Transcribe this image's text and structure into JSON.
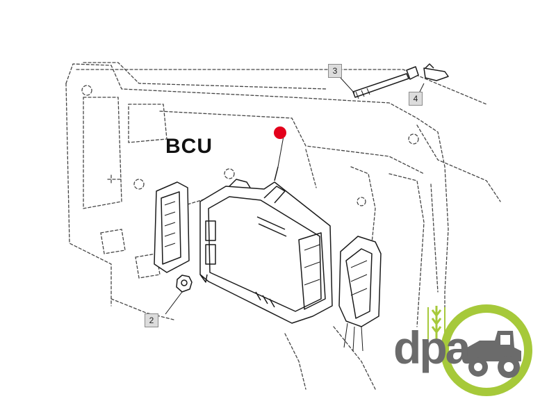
{
  "diagram": {
    "component_label": "BCU",
    "callouts": [
      "2",
      "3",
      "4"
    ],
    "marker_color": "#e3001b"
  },
  "logo": {
    "text": "dpa",
    "text_color": "#6b6b6b",
    "ring_color": "#a6c93a",
    "icon": "tractor-icon"
  }
}
